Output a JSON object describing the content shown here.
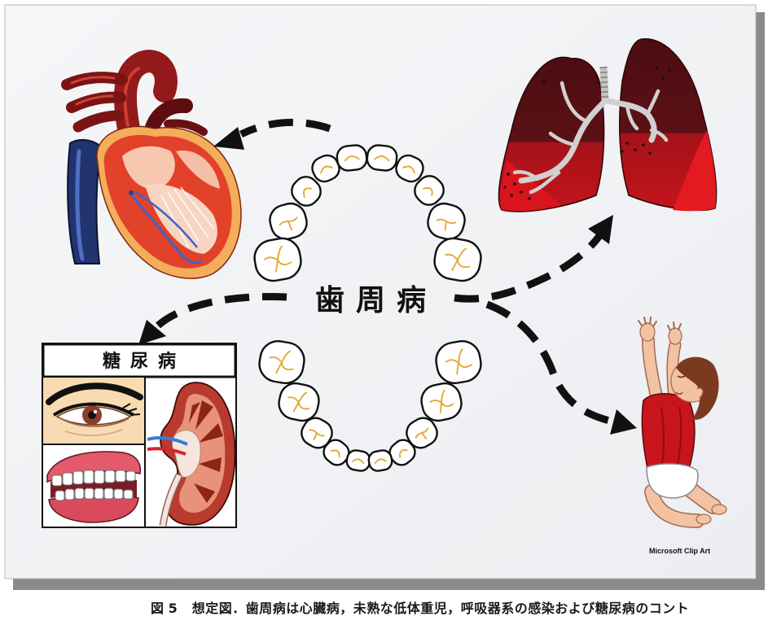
{
  "center_label": "歯周病",
  "diabetes_box": {
    "title": "糖尿病"
  },
  "credit": "Microsoft Clip Art",
  "caption": {
    "figure_label": "図 5",
    "text": "想定図．歯周病は心臓病，未熟な低体重児，呼吸器系の感染および糖尿病のコント"
  }
}
